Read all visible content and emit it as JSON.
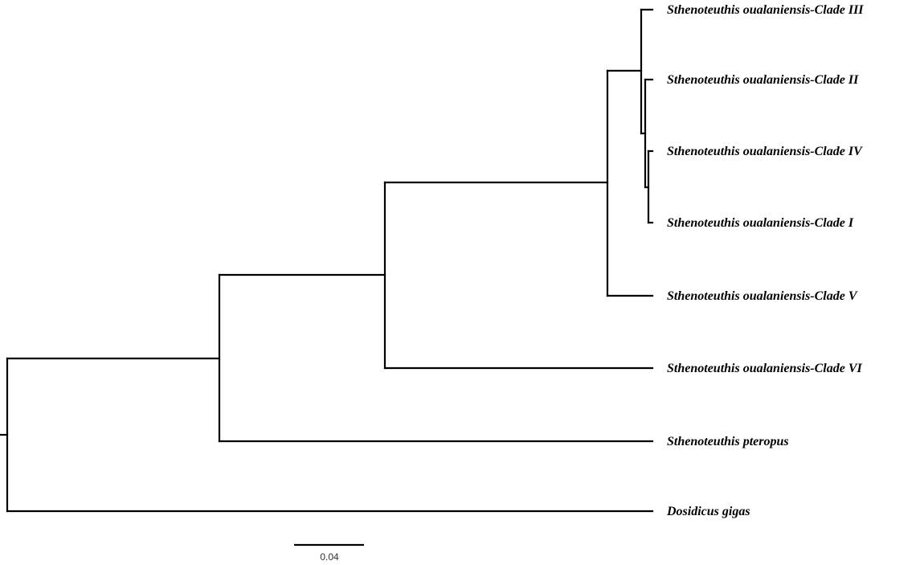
{
  "tree": {
    "tips": [
      {
        "id": "clade-iii",
        "label": "Sthenoteuthis oualaniensis-Clade III"
      },
      {
        "id": "clade-ii",
        "label": "Sthenoteuthis oualaniensis-Clade II"
      },
      {
        "id": "clade-iv",
        "label": "Sthenoteuthis oualaniensis-Clade IV"
      },
      {
        "id": "clade-i",
        "label": "Sthenoteuthis oualaniensis-Clade I"
      },
      {
        "id": "clade-v",
        "label": "Sthenoteuthis oualaniensis-Clade V"
      },
      {
        "id": "clade-vi",
        "label": "Sthenoteuthis oualaniensis-Clade VI"
      },
      {
        "id": "pteropus",
        "label": "Sthenoteuthis pteropus"
      },
      {
        "id": "gigas",
        "label": "Dosidicus gigas"
      }
    ],
    "newick": "(Dosidicus gigas,(Sthenoteuthis pteropus,(Sthenoteuthis oualaniensis-Clade VI,((Sthenoteuthis oualaniensis-Clade III,(Sthenoteuthis oualaniensis-Clade II,(Sthenoteuthis oualaniensis-Clade IV,Sthenoteuthis oualaniensis-Clade I))),Sthenoteuthis oualaniensis-Clade V))));"
  },
  "scale_bar": {
    "label": "0.04",
    "value": 0.04
  },
  "colors": {
    "branch": "#000000",
    "label": "#000000",
    "background": "#ffffff"
  }
}
